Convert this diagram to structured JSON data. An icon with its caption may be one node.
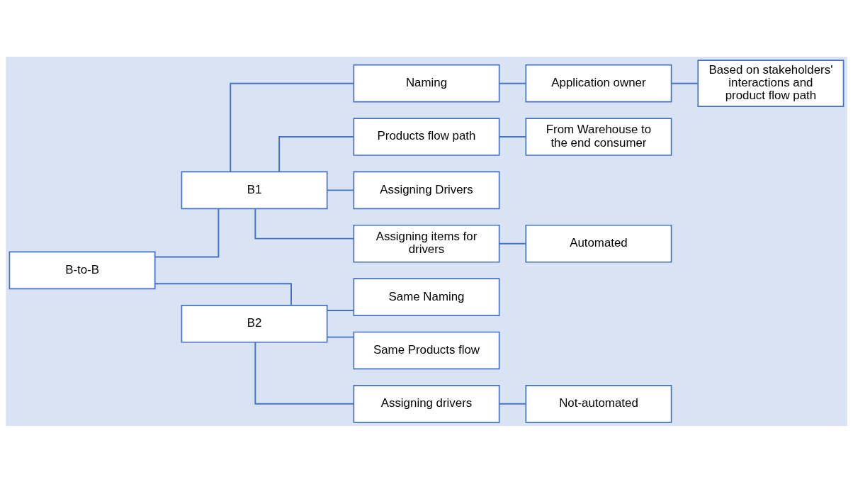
{
  "diagram": {
    "nodes": [
      {
        "text": [
          "B-to-B"
        ]
      },
      {
        "text": [
          "B1"
        ]
      },
      {
        "text": [
          "B2"
        ]
      },
      {
        "text": [
          "Naming"
        ]
      },
      {
        "text": [
          "Products flow path"
        ]
      },
      {
        "text": [
          "Assigning Drivers"
        ]
      },
      {
        "text": [
          "Assigning items for drivers"
        ]
      },
      {
        "text": [
          "Same Naming"
        ]
      },
      {
        "text": [
          "Same Products flow"
        ]
      },
      {
        "text": [
          "Assigning drivers"
        ]
      },
      {
        "text": [
          "Application owner"
        ]
      },
      {
        "text": [
          "Based on stakeholders' interactions and product flow path"
        ]
      },
      {
        "text": [
          "From Warehouse to the end consumer"
        ]
      },
      {
        "text": [
          "Automated"
        ]
      },
      {
        "text": [
          "Not-automated"
        ]
      }
    ],
    "edges": [
      {
        "from": 0,
        "to": 1,
        "arrow": "none"
      },
      {
        "from": 0,
        "to": 2,
        "arrow": "none"
      },
      {
        "from": 1,
        "to": 3,
        "arrow": "none"
      },
      {
        "from": 1,
        "to": 4,
        "arrow": "none"
      },
      {
        "from": 1,
        "to": 5,
        "arrow": "none"
      },
      {
        "from": 1,
        "to": 6,
        "arrow": "none"
      },
      {
        "from": 2,
        "to": 7,
        "arrow": "none"
      },
      {
        "from": 2,
        "to": 8,
        "arrow": "none"
      },
      {
        "from": 2,
        "to": 9,
        "arrow": "none"
      },
      {
        "from": 3,
        "to": 10,
        "arrow": "none"
      },
      {
        "from": 10,
        "to": 11,
        "arrow": "none"
      },
      {
        "from": 4,
        "to": 12,
        "arrow": "none"
      },
      {
        "from": 6,
        "to": 13,
        "arrow": "none"
      },
      {
        "from": 9,
        "to": 14,
        "arrow": "none"
      }
    ]
  }
}
